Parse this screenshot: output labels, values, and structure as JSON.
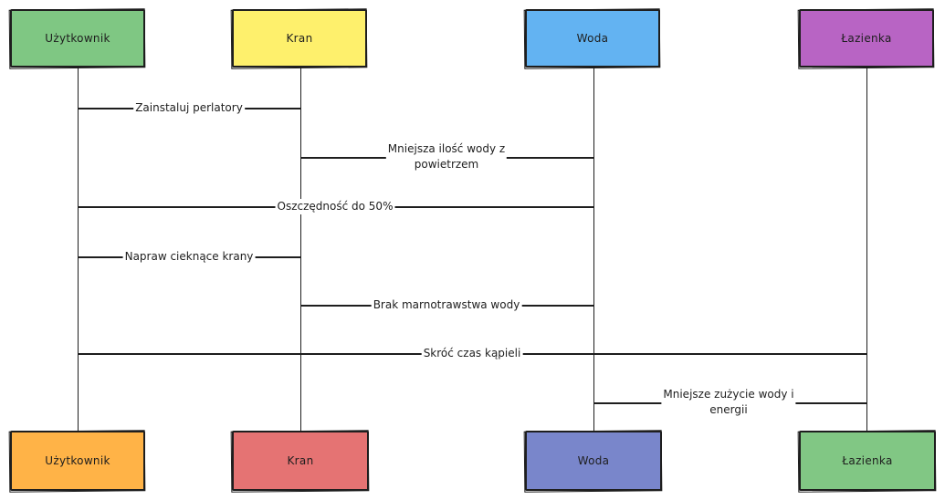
{
  "diagram": {
    "type": "sequence",
    "actors_top": [
      {
        "label": "Użytkownik",
        "color": "#7fc783"
      },
      {
        "label": "Kran",
        "color": "#fef06c"
      },
      {
        "label": "Woda",
        "color": "#63b3f2"
      },
      {
        "label": "Łazienka",
        "color": "#b864c4"
      }
    ],
    "actors_bottom": [
      {
        "label": "Użytkownik",
        "color": "#ffb347"
      },
      {
        "label": "Kran",
        "color": "#e57373"
      },
      {
        "label": "Woda",
        "color": "#7986cb"
      },
      {
        "label": "Łazienka",
        "color": "#81c784"
      }
    ],
    "messages": [
      {
        "from": "Użytkownik",
        "to": "Kran",
        "label": "Zainstaluj perlatory"
      },
      {
        "from": "Kran",
        "to": "Woda",
        "label": "Mniejsza ilość wody z powietrzem",
        "line1": "Mniejsza ilość wody z",
        "line2": "powietrzem"
      },
      {
        "from": "Użytkownik",
        "to": "Woda",
        "label": "Oszczędność do 50%"
      },
      {
        "from": "Użytkownik",
        "to": "Kran",
        "label": "Napraw cieknące krany"
      },
      {
        "from": "Kran",
        "to": "Woda",
        "label": "Brak marnotrawstwa wody"
      },
      {
        "from": "Użytkownik",
        "to": "Łazienka",
        "label": "Skróć czas kąpieli"
      },
      {
        "from": "Woda",
        "to": "Łazienka",
        "label": "Mniejsze zużycie wody i energii",
        "line1": "Mniejsze zużycie wody i",
        "line2": "energii"
      }
    ]
  }
}
